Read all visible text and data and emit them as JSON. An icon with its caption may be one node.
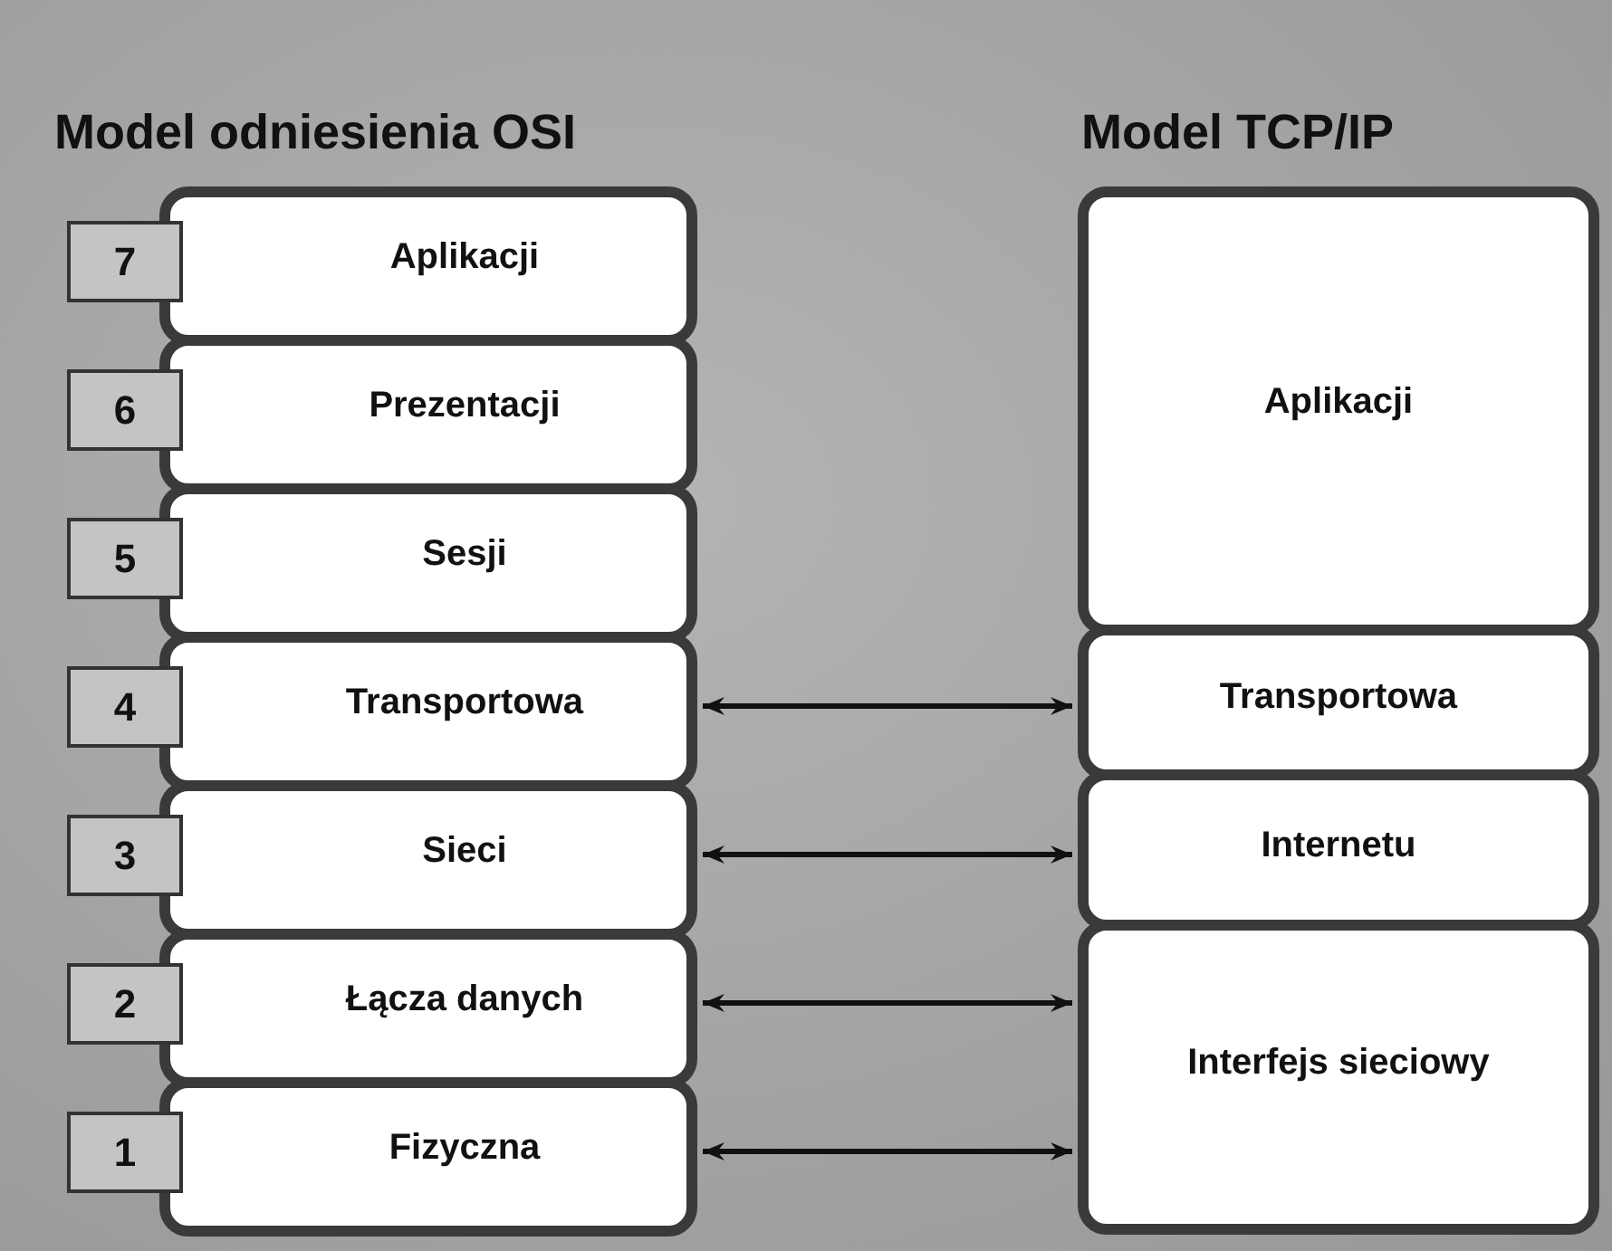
{
  "diagram": {
    "nodes": [
      {
        "text": [
          "7"
        ]
      },
      {
        "text": [
          "Aplikacji"
        ]
      },
      {
        "text": [
          "6"
        ]
      },
      {
        "text": [
          "Prezentacji"
        ]
      },
      {
        "text": [
          "5"
        ]
      },
      {
        "text": [
          "Sesji"
        ]
      },
      {
        "text": [
          "4"
        ]
      },
      {
        "text": [
          "Transportowa"
        ]
      },
      {
        "text": [
          "3"
        ]
      },
      {
        "text": [
          "Sieci"
        ]
      },
      {
        "text": [
          "2"
        ]
      },
      {
        "text": [
          "Łącza danych"
        ]
      },
      {
        "text": [
          "1"
        ]
      },
      {
        "text": [
          "Fizyczna"
        ]
      },
      {
        "text": [
          "Aplikacji"
        ]
      },
      {
        "text": [
          "Transportowa"
        ]
      },
      {
        "text": [
          "Internetu"
        ]
      },
      {
        "text": [
          "Interfejs sieciowy"
        ]
      }
    ],
    "edges": [
      {
        "from": 7,
        "to": 15,
        "arrow": "both"
      },
      {
        "from": 9,
        "to": 16,
        "arrow": "both"
      },
      {
        "from": 11,
        "to": 17,
        "arrow": "both"
      },
      {
        "from": 13,
        "to": 17,
        "arrow": "both"
      }
    ],
    "labels": [
      "Model odniesienia OSI",
      "Model TCP/IP"
    ]
  }
}
